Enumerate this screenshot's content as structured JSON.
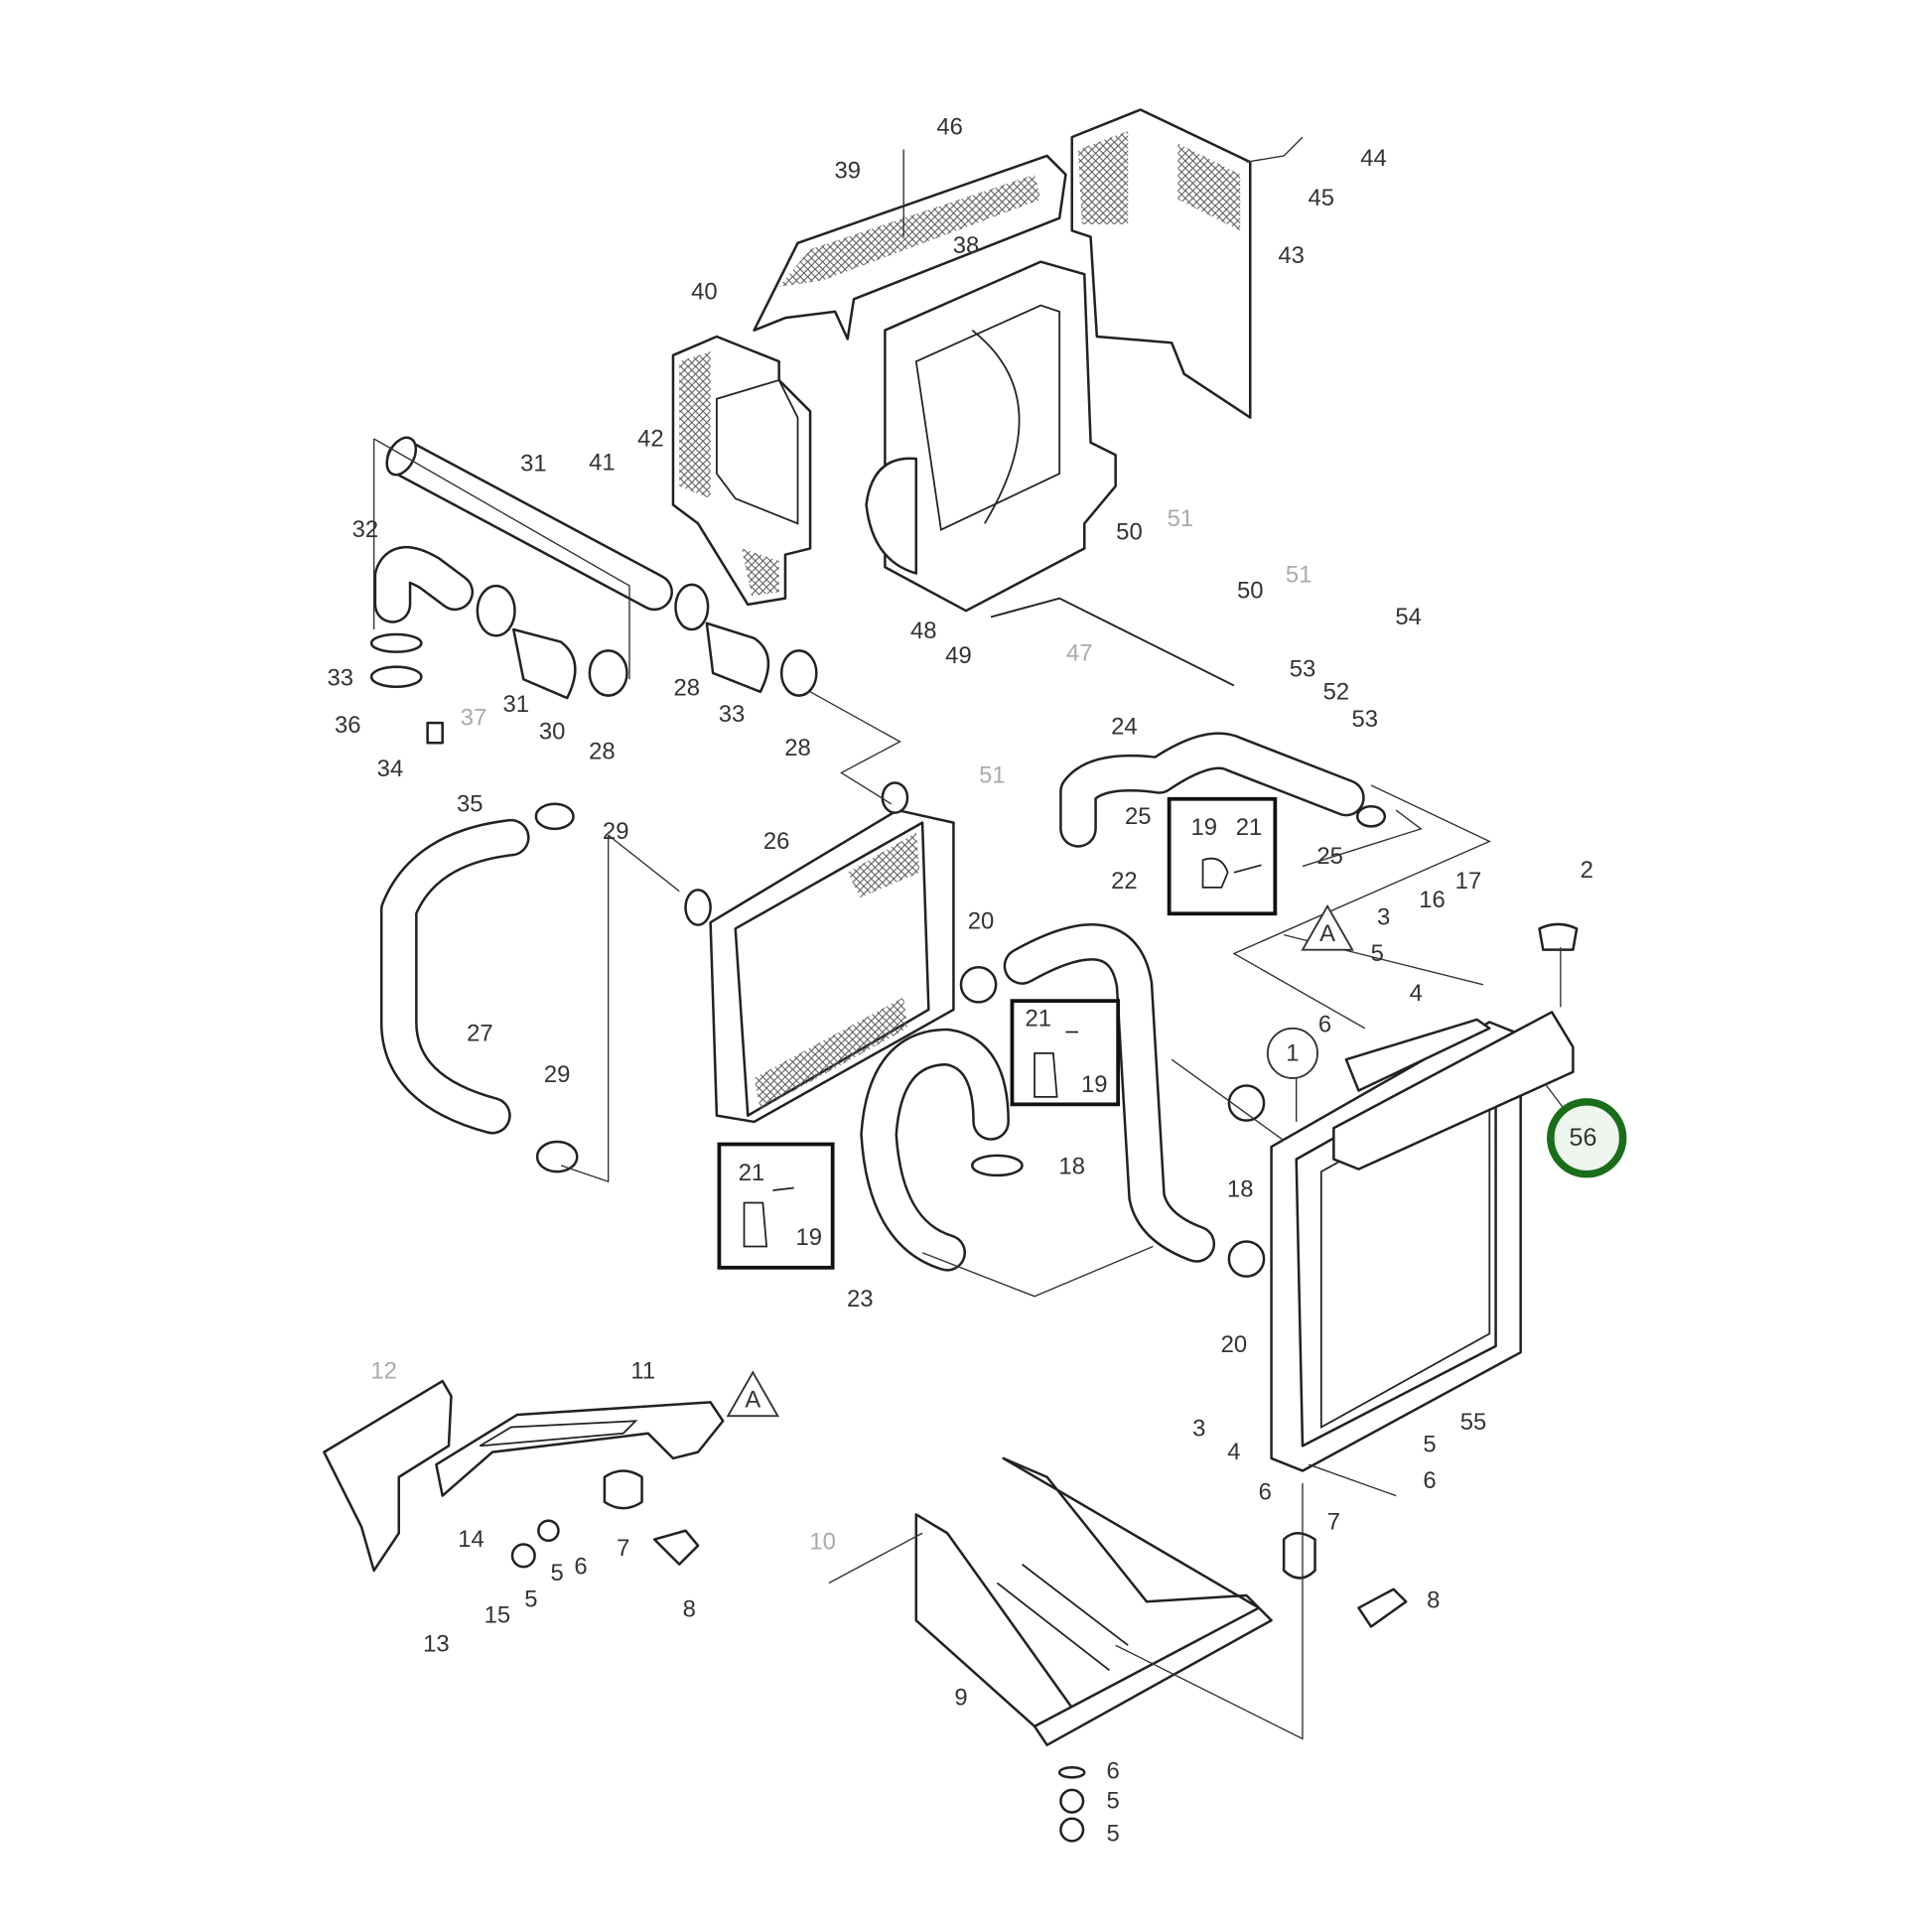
{
  "diagram": {
    "title": "Radiator / intercooler assembly exploded view",
    "highlight_color": "#1a6e1a",
    "highlighted_callout": "56",
    "callouts": [
      "46",
      "39",
      "44",
      "45",
      "38",
      "43",
      "40",
      "41",
      "42",
      "31",
      "32",
      "50",
      "51",
      "50",
      "51",
      "54",
      "48",
      "49",
      "47",
      "53",
      "52",
      "53",
      "33",
      "37",
      "36",
      "31",
      "30",
      "28",
      "28",
      "33",
      "28",
      "51",
      "24",
      "34",
      "35",
      "29",
      "25",
      "19",
      "21",
      "25",
      "2",
      "26",
      "22",
      "16",
      "17",
      "3",
      "20",
      "5",
      "4",
      "6",
      "27",
      "21",
      "19",
      "29",
      "18",
      "18",
      "21",
      "19",
      "23",
      "20",
      "12",
      "11",
      "55",
      "3",
      "4",
      "5",
      "6",
      "6",
      "7",
      "14",
      "6",
      "5",
      "7",
      "10",
      "8",
      "5",
      "15",
      "8",
      "13",
      "9",
      "6",
      "5",
      "5"
    ],
    "circled_callouts": [
      "1",
      "56"
    ],
    "reference_markers": [
      "A",
      "A"
    ]
  }
}
